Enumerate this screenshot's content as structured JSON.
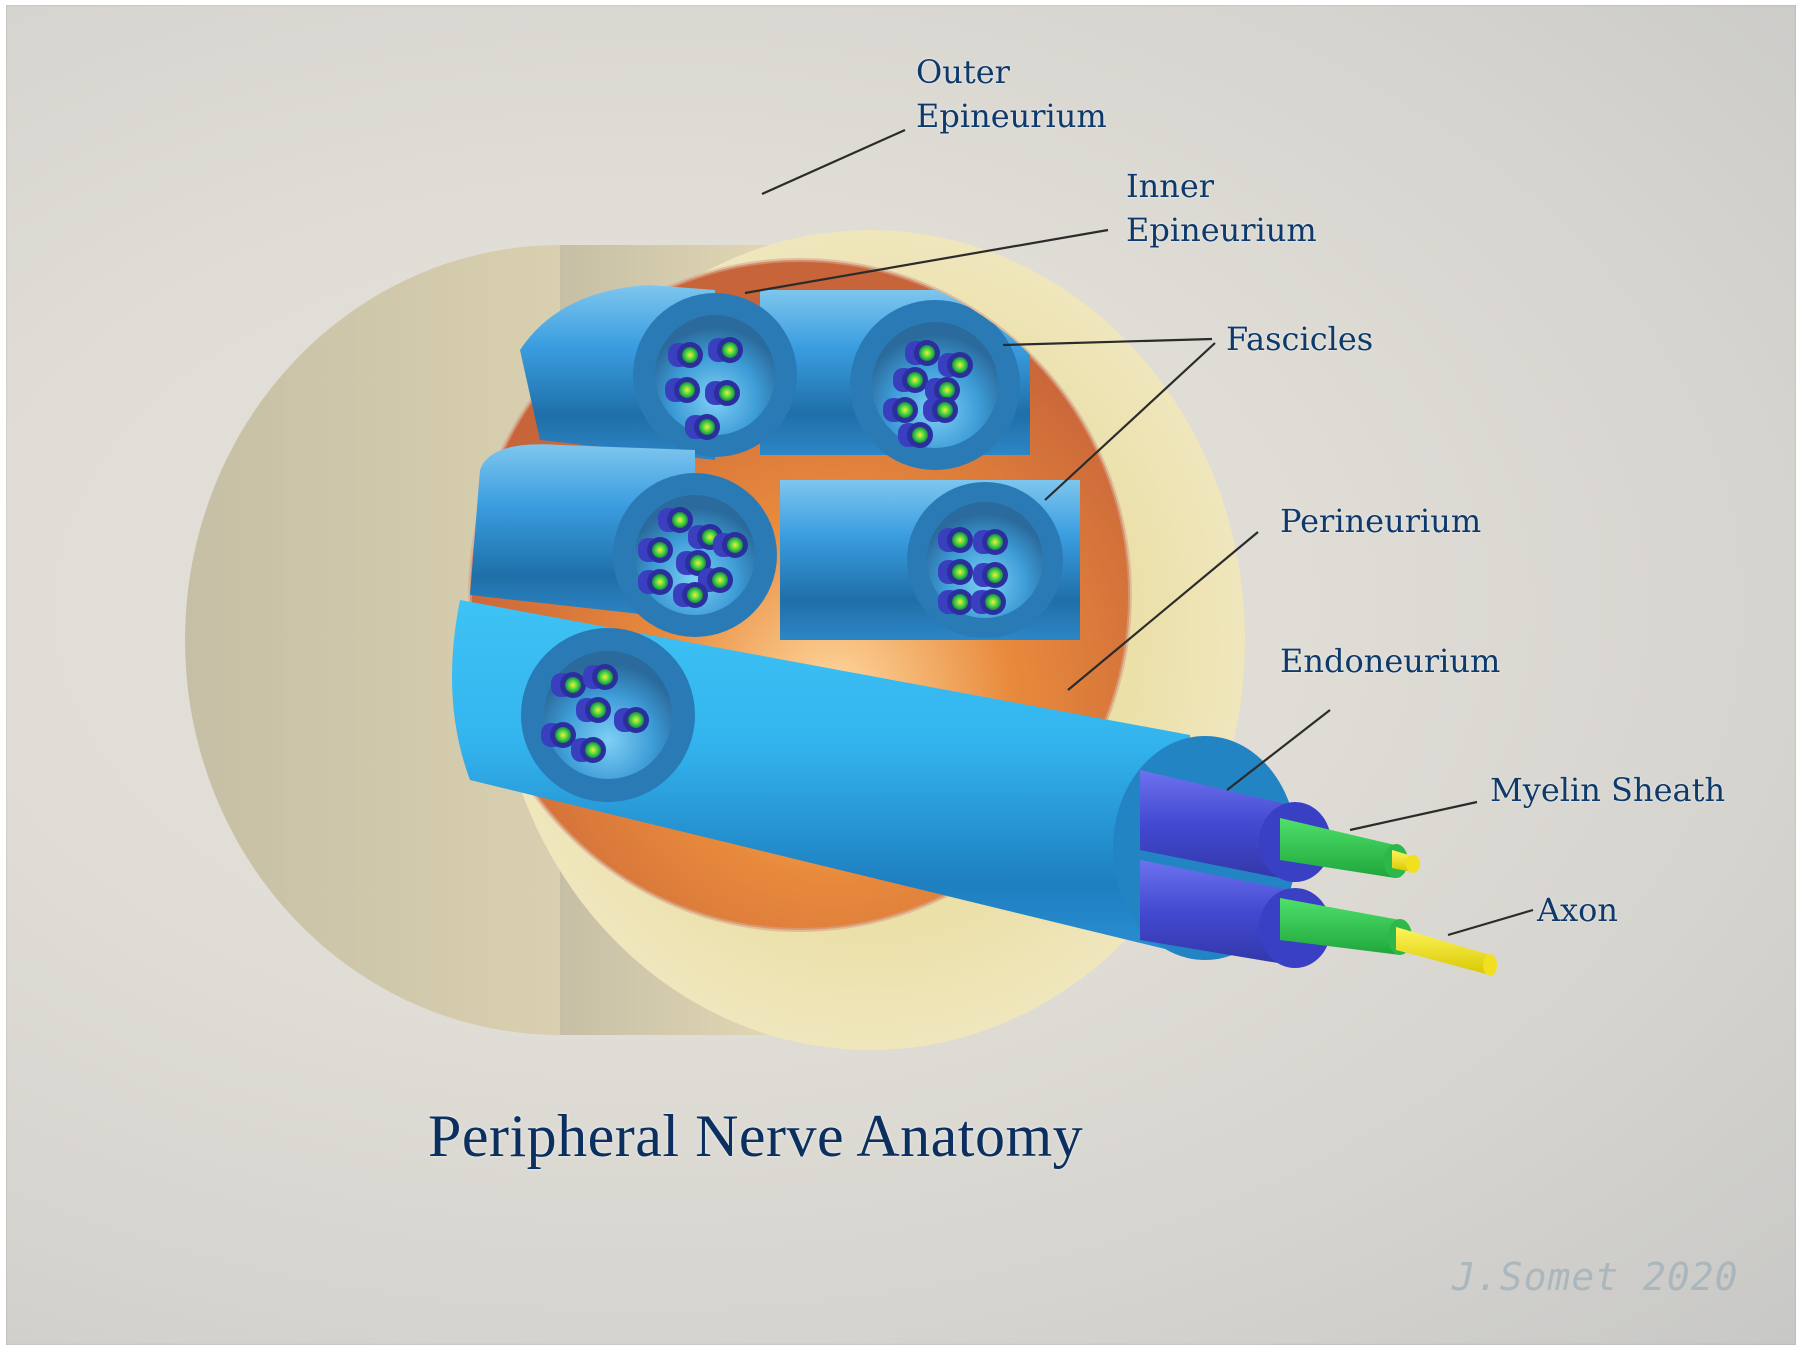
{
  "title": "Peripheral Nerve Anatomy",
  "signature": "J.Somet 2020",
  "labels": {
    "outer_epineurium": [
      "Outer",
      "Epineurium"
    ],
    "inner_epineurium": [
      "Inner",
      "Epineurium"
    ],
    "fascicles": "Fascicles",
    "perineurium": "Perineurium",
    "endoneurium": "Endoneurium",
    "myelin_sheath": "Myelin Sheath",
    "axon": "Axon"
  },
  "colors": {
    "label_text": "#0e3a6b",
    "outer_epineurium": "#ede4b0",
    "inner_epineurium": "#e07a2a",
    "fascicle": "#2e8fd0",
    "endoneurium": "#4a4fd8",
    "myelin_sheath": "#2fc24a",
    "axon": "#f2ea1a"
  },
  "fascicle_count": 5
}
